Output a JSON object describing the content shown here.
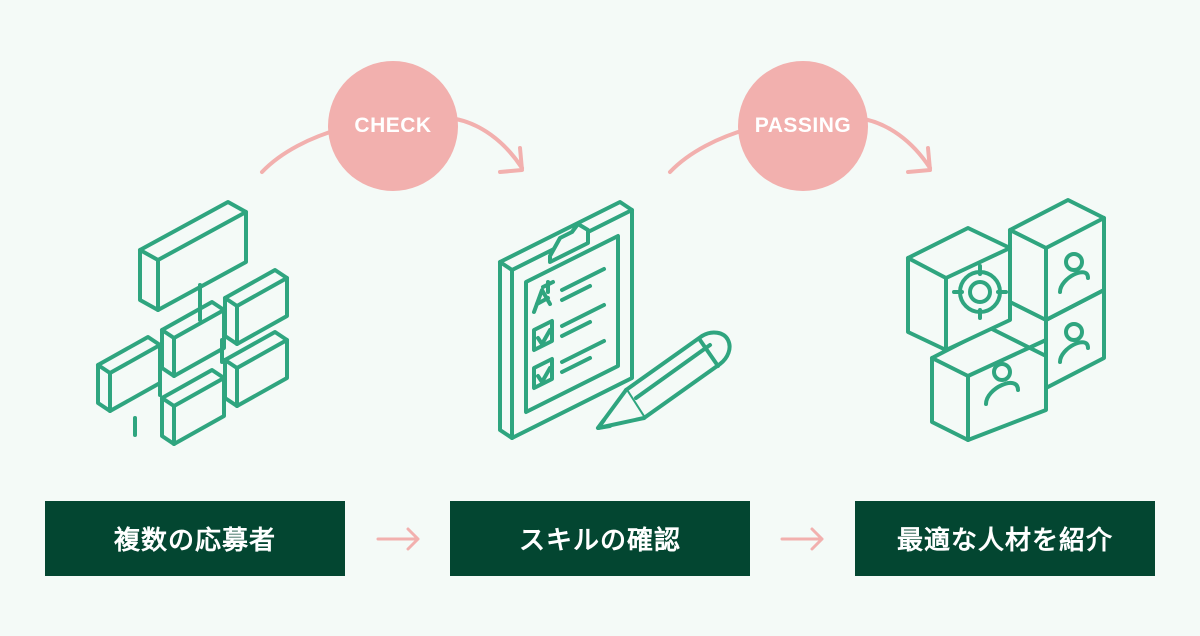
{
  "colors": {
    "background": "#f4faf7",
    "icon_stroke": "#2fa57f",
    "badge_fill": "#f2b0ae",
    "arrow": "#f2b0ae",
    "label_fill": "#034631",
    "label_text": "#ffffff"
  },
  "badges": [
    {
      "label": "CHECK"
    },
    {
      "label": "PASSING"
    }
  ],
  "steps": [
    {
      "label": "複数の応募者",
      "icon": "applicants-blocks-icon"
    },
    {
      "label": "スキルの確認",
      "icon": "clipboard-pencil-icon"
    },
    {
      "label": "最適な人材を紹介",
      "icon": "candidate-cubes-target-icon"
    }
  ]
}
